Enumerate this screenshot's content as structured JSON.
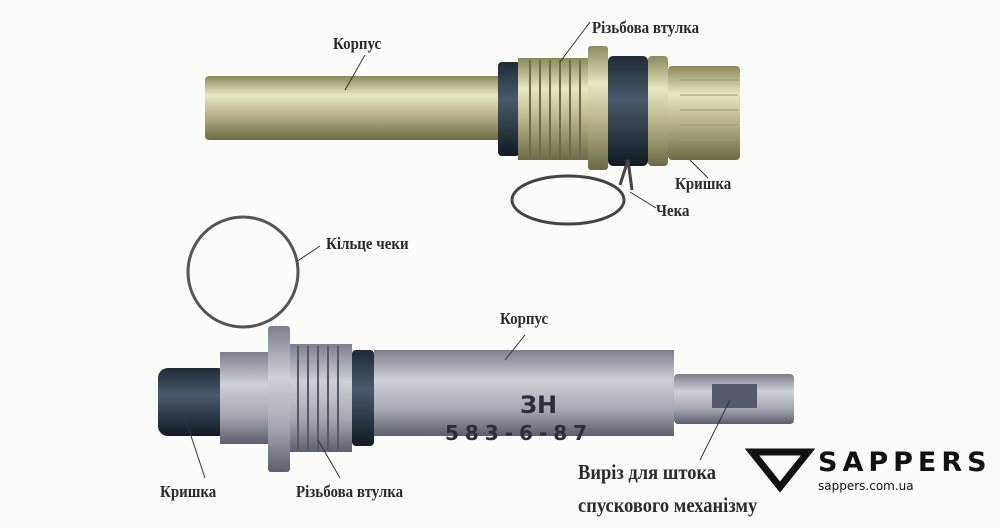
{
  "top_device": {
    "labels": {
      "body": "Корпус",
      "threaded_bushing": "Різьбова втулка",
      "cap": "Кришка",
      "pin": "Чека"
    }
  },
  "bottom_device": {
    "labels": {
      "pin_ring": "Кільце чеки",
      "body": "Корпус",
      "cap": "Кришка",
      "threaded_bushing": "Різьбова втулка",
      "slot_line1": "Виріз для штока",
      "slot_line2": "спускового механізму"
    },
    "markings": {
      "code": "ЗН",
      "serial": "583-6-87"
    }
  },
  "logo": {
    "title": "SAPPERS",
    "url": "sappers.com.ua"
  }
}
